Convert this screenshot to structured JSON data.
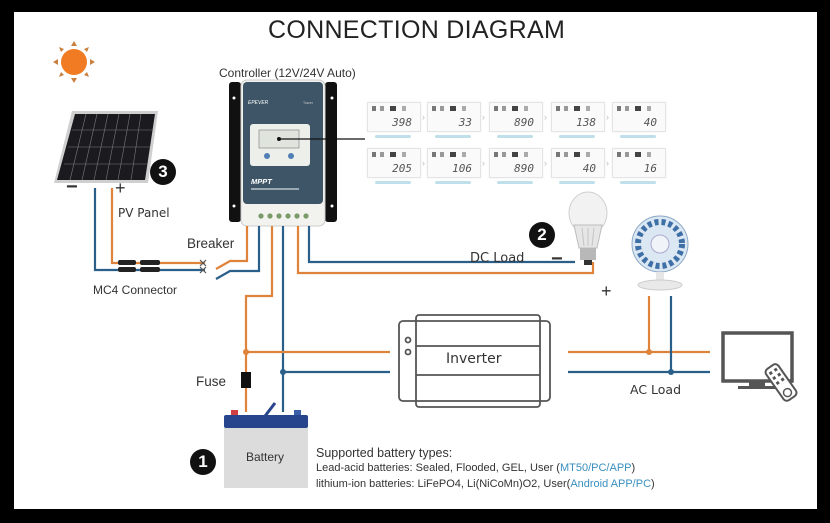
{
  "title": "CONNECTION DIAGRAM",
  "labels": {
    "controller": "Controller (12V/24V Auto)",
    "pv_panel": "PV Panel",
    "breaker": "Breaker",
    "mc4": "MC4 Connector",
    "dc_load": "DC Load",
    "fuse": "Fuse",
    "inverter": "Inverter",
    "ac_load": "AC Load",
    "battery": "Battery",
    "pv_minus": "−",
    "pv_plus": "+",
    "dc_minus": "−",
    "dc_plus": "+",
    "mppt": "MPPT"
  },
  "badges": {
    "battery": "1",
    "dc_load": "2",
    "pv": "3"
  },
  "battery_info": {
    "heading": "Supported battery types:",
    "lead_acid_prefix": "Lead-acid batteries: Sealed, Flooded, GEL, User (",
    "lead_acid_link": "MT50/PC/APP",
    "lead_acid_suffix": ")",
    "lithium_prefix": "lithium-ion batteries: LiFePO4, Li(NiCoMn)O2, User(",
    "lithium_link": "Android APP/PC",
    "lithium_suffix": ")"
  },
  "lcd_screens": {
    "top_row": [
      "398",
      "33",
      "890",
      "138",
      "40"
    ],
    "bottom_row": [
      "205",
      "106",
      "890",
      "40",
      "16"
    ]
  },
  "colors": {
    "positive_wire": "#e0833a",
    "negative_wire": "#2a5f8a",
    "sun": "#f07b22",
    "controller_body": "#3d5566",
    "link": "#3a8fbf"
  },
  "icons": [
    "sun-icon",
    "solar-panel-icon",
    "charge-controller-icon",
    "bulb-icon",
    "fan-icon",
    "inverter-icon",
    "tv-icon",
    "remote-icon",
    "battery-icon",
    "fuse-icon",
    "breaker-icon",
    "mc4-connector-icon"
  ]
}
